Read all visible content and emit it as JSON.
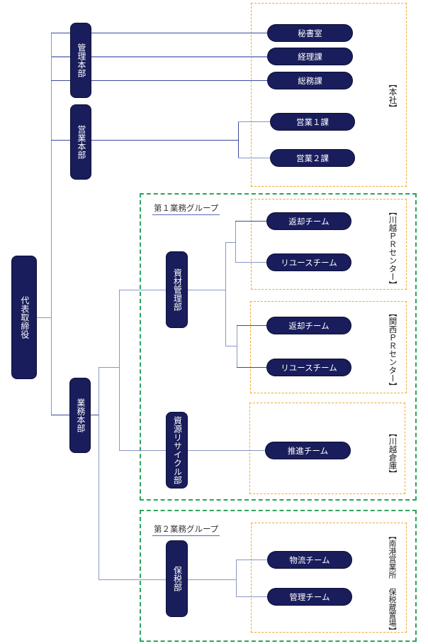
{
  "chart": {
    "root": "代表取締役",
    "divisions": [
      {
        "label": "管理本部"
      },
      {
        "label": "営業本部"
      },
      {
        "label": "業務本部"
      }
    ],
    "honsha": {
      "location": "【本社】",
      "units": [
        "秘書室",
        "経理課",
        "総務課",
        "営業１課",
        "営業２課"
      ]
    },
    "group1": {
      "title": "第１業務グループ",
      "departments": [
        "資材管理部",
        "資源リサイクル部"
      ],
      "sites": [
        {
          "location": "【川越ＰＲセンター】",
          "teams": [
            "返却チーム",
            "リユースチーム"
          ]
        },
        {
          "location": "【関西ＰＲセンター】",
          "teams": [
            "返却チーム",
            "リユースチーム"
          ]
        },
        {
          "location": "【川越倉庫】",
          "teams": [
            "推進チーム"
          ]
        }
      ]
    },
    "group2": {
      "title": "第２業務グループ",
      "departments": [
        "保税部"
      ],
      "sites": [
        {
          "location": "【南港営業所 保税蔵置場】",
          "teams": [
            "物流チーム",
            "管理チーム"
          ]
        }
      ]
    }
  }
}
